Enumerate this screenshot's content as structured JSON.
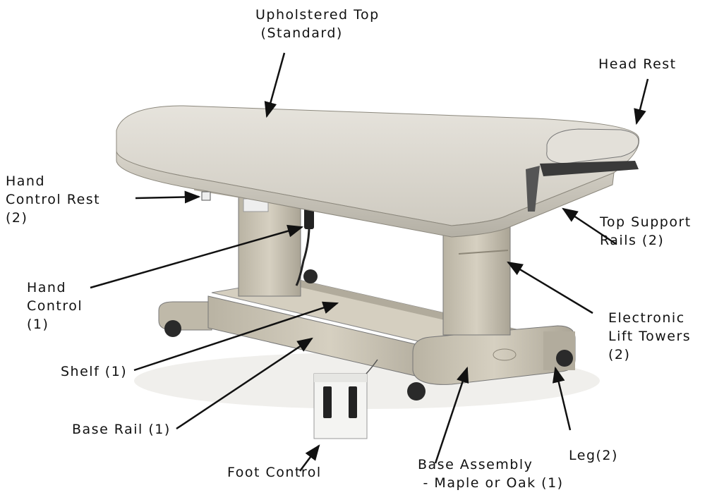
{
  "labels": {
    "upholstered_top": [
      "Upholstered Top",
      " (Standard)"
    ],
    "head_rest": [
      "Head Rest"
    ],
    "hand_control_rest": [
      "Hand",
      "Control Rest",
      "(2)"
    ],
    "top_support_rails": [
      "Top Support",
      "Rails (2)"
    ],
    "hand_control": [
      "Hand",
      "Control",
      "(1)"
    ],
    "electronic_lift_towers": [
      "Electronic",
      "Lift Towers",
      "(2)"
    ],
    "shelf": [
      "Shelf (1)"
    ],
    "base_rail": [
      "Base Rail (1)"
    ],
    "leg": [
      "Leg(2)"
    ],
    "foot_control": [
      "Foot Control"
    ],
    "base_assembly": [
      "Base Assembly",
      " - Maple or Oak (1)"
    ]
  },
  "colors": {
    "wood": "#c9c3b3",
    "wood_dark": "#9d9788",
    "upholstery": "#dedbd3",
    "upholstery_shadow": "#bdb9ae",
    "line": "#111111"
  }
}
